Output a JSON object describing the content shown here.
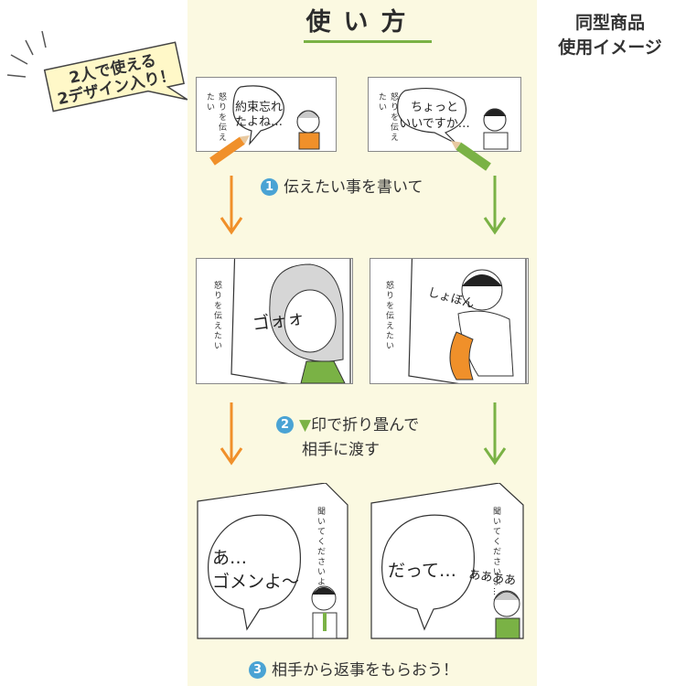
{
  "title": "使い方",
  "side_note": [
    "同型商品",
    "使用イメージ"
  ],
  "badge": [
    "2人で使える",
    "2デザイン入り！"
  ],
  "steps": {
    "one": {
      "num": "1",
      "text": "伝えたい事を書いて"
    },
    "two": {
      "num": "2",
      "marker": "▼",
      "line1": "印で折り畳んで",
      "line2": "相手に渡す"
    },
    "three": {
      "num": "3",
      "text": "相手から返事をもらおう！"
    }
  },
  "cards": {
    "header_text": "怒りを伝えたい",
    "top_left_bubble": [
      "約束忘れ",
      "たよね…"
    ],
    "top_right_bubble": [
      "ちょっと",
      "いいですか…"
    ],
    "mid_left_sfx": "ゴォォ",
    "mid_right_sfx": "しょぼん",
    "bottom_vert_text": "聞いてくださいよ…",
    "bottom_left_bubble": [
      "あ…",
      "ゴメンよ～"
    ],
    "bottom_right_bubble": "だって…",
    "bottom_right_sfx": "ああああ"
  },
  "colors": {
    "accent_green": "#7ab245",
    "accent_orange": "#f0902a",
    "step_blue": "#4aa3d4",
    "panel": "#fbf9e1"
  }
}
